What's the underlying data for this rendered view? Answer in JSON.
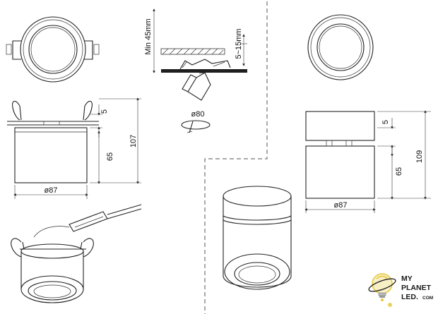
{
  "dims": {
    "min_thickness": "Min 45mm",
    "ceiling_range": "5~15mm",
    "cutout": "ø80",
    "left_top_gap": "5",
    "left_body": "65",
    "left_total": "107",
    "left_diameter": "ø87",
    "right_top_gap": "5",
    "right_body": "65",
    "right_total": "109",
    "right_diameter": "ø87"
  },
  "logo": {
    "line1": "MY",
    "line2": "PLANET",
    "line3": "LED.",
    "suffix": "COM",
    "bulb_color": "#f2d44a"
  }
}
